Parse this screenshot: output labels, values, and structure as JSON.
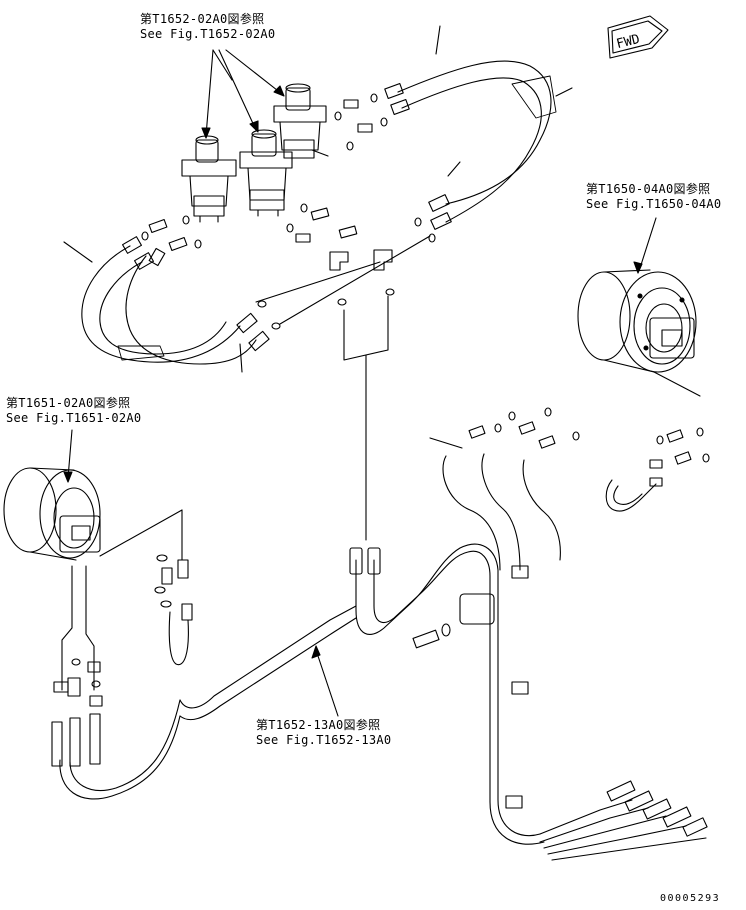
{
  "references": [
    {
      "id": "ref-top",
      "jp": "第T1652-02A0図参照",
      "en": "See Fig.T1652-02A0"
    },
    {
      "id": "ref-right",
      "jp": "第T1650-04A0図参照",
      "en": "See Fig.T1650-04A0"
    },
    {
      "id": "ref-left",
      "jp": "第T1651-02A0図参照",
      "en": "See Fig.T1651-02A0"
    },
    {
      "id": "ref-bottom",
      "jp": "第T1652-13A0図参照",
      "en": "See Fig.T1652-13A0"
    }
  ],
  "direction_tag": "FWD",
  "drawing_number": "00005293",
  "icons": [
    "swivel-joint-icon",
    "travel-motor-icon",
    "hose-icon",
    "fitting-icon",
    "o-ring-icon",
    "bolt-icon"
  ]
}
